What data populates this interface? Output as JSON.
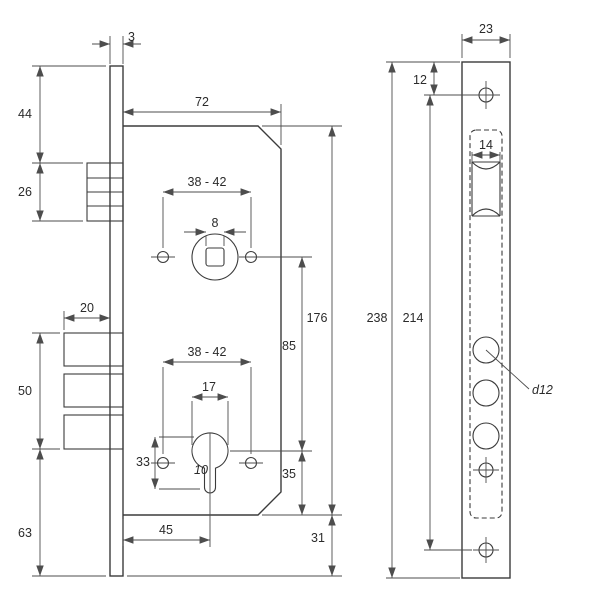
{
  "drawing": {
    "front_view": {
      "faceplate_thickness": "3",
      "plate_top_to_latch": "44",
      "latch_height": "26",
      "body_width": "72",
      "handle_hole_span": "38 - 42",
      "spindle_square": "8",
      "bolt_throw": "20",
      "bolt_height": "50",
      "bolt_to_plate_bottom": "63",
      "cylinder_hole_span": "38 - 42",
      "cylinder_width": "17",
      "cylinder_height": "33",
      "slot_width": "10",
      "backset": "45",
      "centers_distance": "85",
      "body_height": "176",
      "cylinder_to_body_bottom": "35",
      "body_to_plate_bottom": "31"
    },
    "side_view": {
      "plate_width": "23",
      "top_hole_offset": "12",
      "latch_cutout_width": "14",
      "plate_height": "238",
      "screw_hole_centers": "214",
      "bolt_hole_diameter": "d12"
    }
  }
}
